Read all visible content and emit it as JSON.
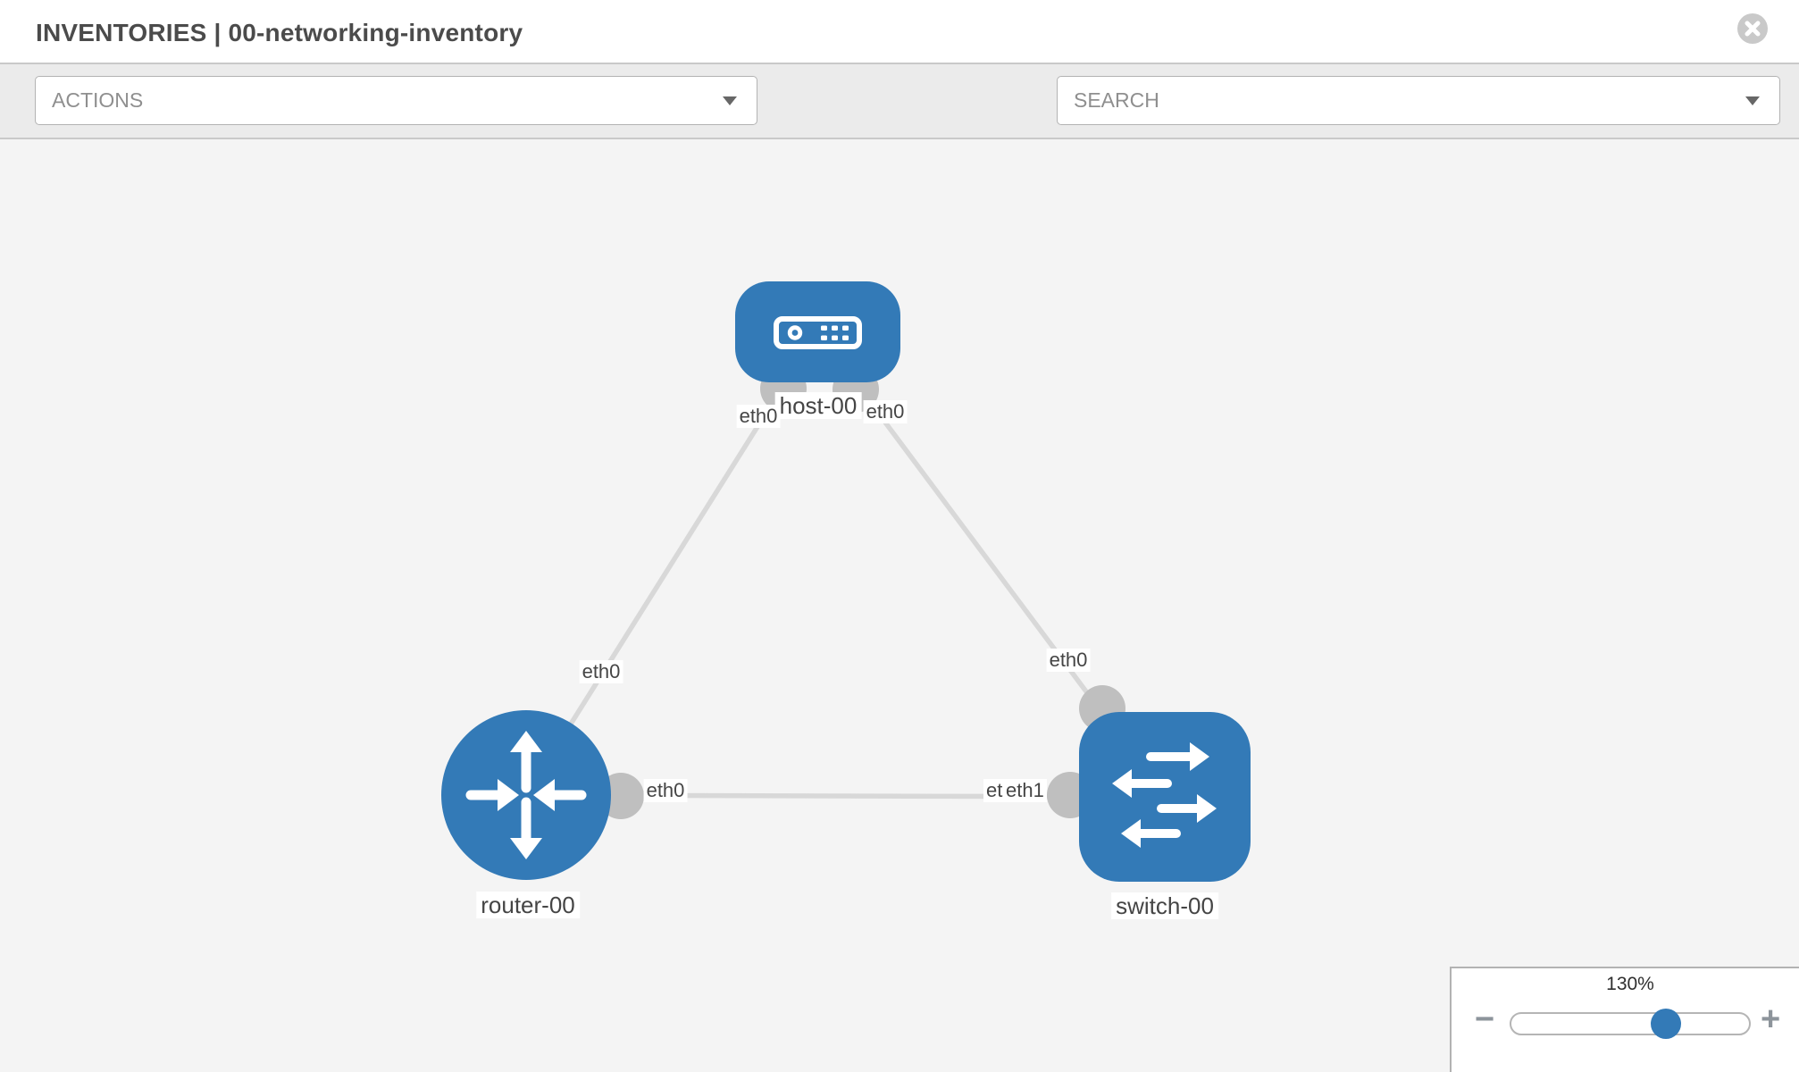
{
  "header": {
    "title": "INVENTORIES | 00-networking-inventory"
  },
  "toolbar": {
    "actions_label": "ACTIONS",
    "search_placeholder": "SEARCH"
  },
  "graph": {
    "nodes": {
      "host": {
        "label": "host-00",
        "type": "host"
      },
      "router": {
        "label": "router-00",
        "type": "router"
      },
      "switch": {
        "label": "switch-00",
        "type": "switch"
      }
    },
    "links": [
      {
        "from": "host-00",
        "to": "router-00",
        "from_interface": "eth0",
        "to_interface": "eth0"
      },
      {
        "from": "host-00",
        "to": "switch-00",
        "from_interface": "eth0",
        "to_interface": "eth0"
      },
      {
        "from": "router-00",
        "to": "switch-00",
        "from_interface": "eth0",
        "to_interface": "eth1"
      }
    ],
    "interface_labels": {
      "host_router_host_end": "eth0",
      "host_router_router_end": "eth0",
      "host_switch_host_end": "eth0",
      "host_switch_switch_end": "eth0",
      "router_switch_router_end": "eth0",
      "router_switch_switch_end_back": "eth1",
      "router_switch_switch_end_front": "eth1"
    }
  },
  "zoom_control": {
    "level": "130%",
    "zoom_out_label": "−",
    "zoom_in_label": "+"
  },
  "colors": {
    "node_blue": "#337ab7",
    "link_gray": "#d8d8d8",
    "connector_gray": "#bfbfbf",
    "canvas_bg": "#f4f4f4",
    "toolbar_bg": "#ebebeb"
  }
}
